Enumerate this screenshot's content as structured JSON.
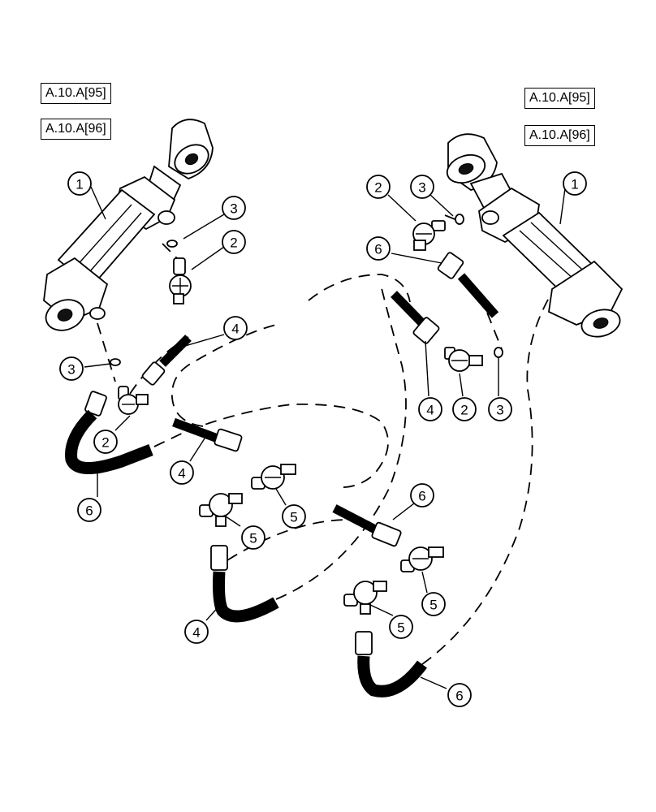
{
  "references": {
    "left": [
      "A.10.A[95]",
      "A.10.A[96]"
    ],
    "right": [
      "A.10.A[95]",
      "A.10.A[96]"
    ]
  },
  "callouts": {
    "c1": "1",
    "c2": "3",
    "c3": "2",
    "c4": "3",
    "c5": "4",
    "c6": "2",
    "c7": "6",
    "c8": "4",
    "c9": "5",
    "c10": "5",
    "c11": "4",
    "c12": "2",
    "c13": "3",
    "c14": "1",
    "c15": "6",
    "c16": "4",
    "c17": "2",
    "c18": "3",
    "c19": "6",
    "c20": "5",
    "c21": "5",
    "c22": "6"
  }
}
